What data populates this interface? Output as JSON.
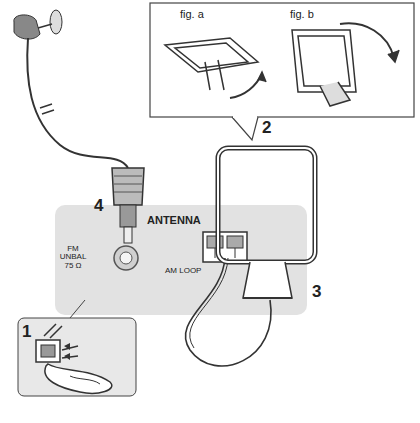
{
  "diagram": {
    "nodes": [
      {
        "text": [
          "fig. a",
          "fig. b"
        ]
      },
      {
        "text": [
          "ANTENNA",
          "FM UNBAL 75 Ω",
          "AM LOOP"
        ]
      }
    ],
    "labels": [
      "1",
      "2",
      "3",
      "4"
    ]
  }
}
